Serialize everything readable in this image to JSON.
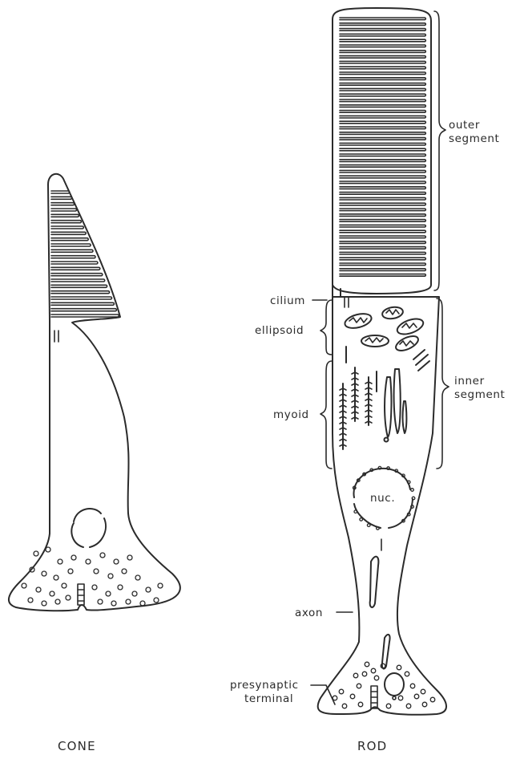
{
  "labels": {
    "outer_segment_line1": "outer",
    "outer_segment_line2": "segment",
    "cilium": "cilium",
    "ellipsoid": "ellipsoid",
    "inner_segment_line1": "inner",
    "inner_segment_line2": "segment",
    "myoid": "myoid",
    "nucleus": "nuc.",
    "axon": "axon",
    "presynaptic_line1": "presynaptic",
    "presynaptic_line2": "terminal"
  },
  "captions": {
    "cone": "CONE",
    "rod": "ROD"
  }
}
